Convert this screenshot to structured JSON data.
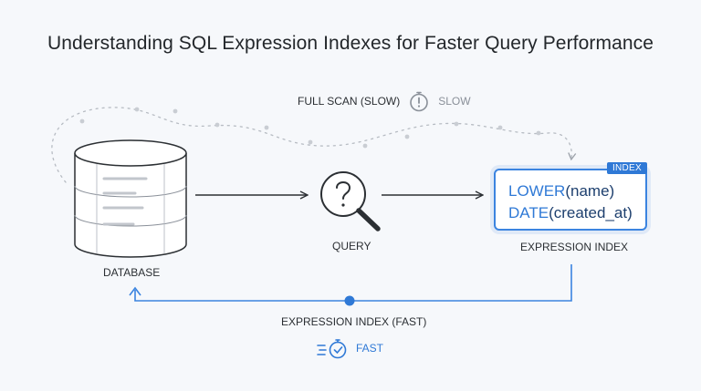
{
  "title": "Understanding SQL Expression Indexes for Faster Query Performance",
  "slow_path": {
    "label": "FULL SCAN (SLOW)",
    "timer_label": "SLOW",
    "icon": "stopwatch-alert-icon"
  },
  "database": {
    "label": "DATABASE",
    "icon": "database-icon"
  },
  "query": {
    "label": "QUERY",
    "icon": "magnifier-question-icon"
  },
  "expression_index": {
    "label": "EXPRESSION INDEX",
    "badge": "INDEX",
    "lines": [
      {
        "fn": "LOWER",
        "arg": "(name)"
      },
      {
        "fn": "DATE",
        "arg": "(created_at)"
      }
    ]
  },
  "fast_path": {
    "label": "EXPRESSION INDEX (FAST)",
    "timer_label": "FAST",
    "icon": "stopwatch-fast-icon"
  },
  "colors": {
    "accent": "#2f79d6",
    "muted": "#8a9099",
    "text": "#23272b",
    "background": "#f6f8fb"
  }
}
